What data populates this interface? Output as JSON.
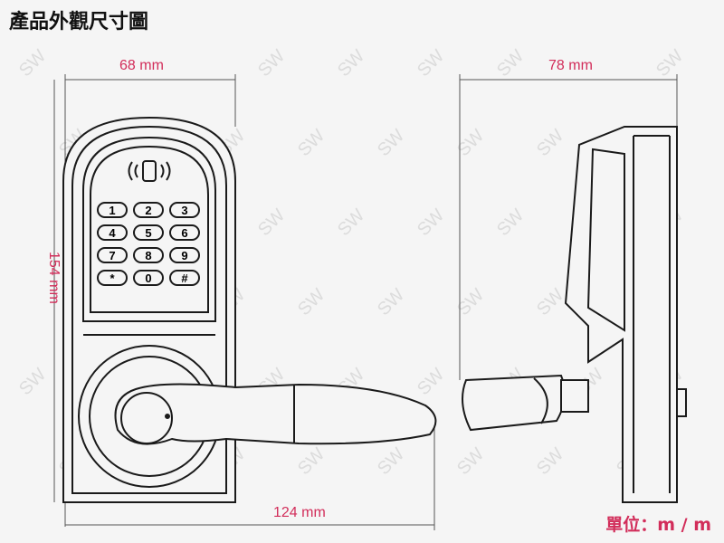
{
  "title": "產品外觀尺寸圖",
  "dimensions": {
    "front_width": "68 mm",
    "front_height": "154 mm",
    "handle_length": "124 mm",
    "side_depth": "78 mm"
  },
  "unit_label": "單位：m / m",
  "watermark": "SW",
  "keypad_keys": [
    "1",
    "2",
    "3",
    "4",
    "5",
    "6",
    "7",
    "8",
    "9",
    "*",
    "0",
    "#"
  ],
  "colors": {
    "dimension_text": "#d22d5a",
    "line": "#1a1a1a"
  }
}
